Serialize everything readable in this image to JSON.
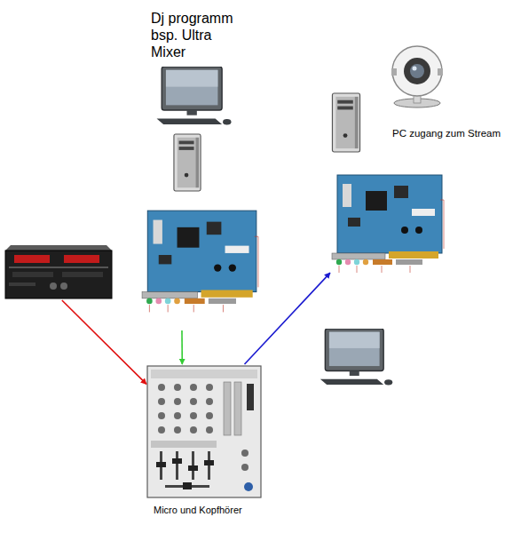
{
  "diagram": {
    "nodes": [
      {
        "text": [
          "Dj programm bsp. Ultra Mixer"
        ]
      },
      {
        "text": [
          "PC zugang zum Stream"
        ]
      },
      {
        "text": []
      },
      {
        "text": [
          "Micro und Kopfhörer"
        ]
      }
    ],
    "edges": [
      {
        "from": 2,
        "to": 3,
        "arrow": "to"
      },
      {
        "from": 0,
        "to": 3,
        "arrow": "to"
      },
      {
        "from": 3,
        "to": 1,
        "arrow": "to"
      }
    ]
  }
}
